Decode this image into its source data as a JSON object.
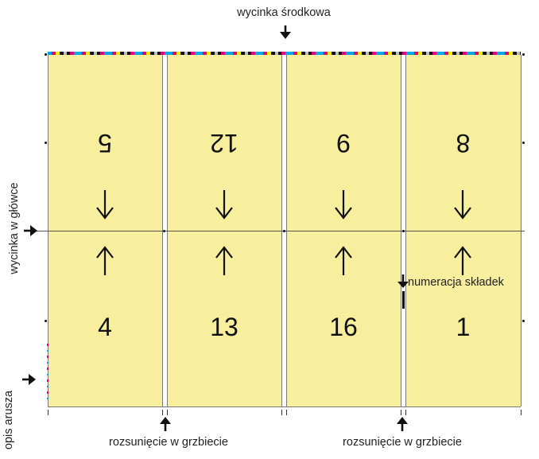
{
  "labels": {
    "top_center": "wycinka środkowa",
    "left_middle": "wycinka w główce",
    "left_bottom": "opis arusza",
    "spine_left": "rozsunięcie w grzbiecie",
    "spine_right": "rozsunięcie w grzbiecie",
    "numbering": "numeracja składek"
  },
  "pages": {
    "top": [
      "5",
      "12",
      "9",
      "8"
    ],
    "bottom": [
      "4",
      "13",
      "16",
      "1"
    ]
  },
  "colors": {
    "panel_fill": "#f7ee9e",
    "ink": "#111111"
  },
  "icons": {
    "down_arrow": "arrow-down-icon",
    "up_arrow": "arrow-up-icon",
    "right_arrow": "arrow-right-icon"
  }
}
